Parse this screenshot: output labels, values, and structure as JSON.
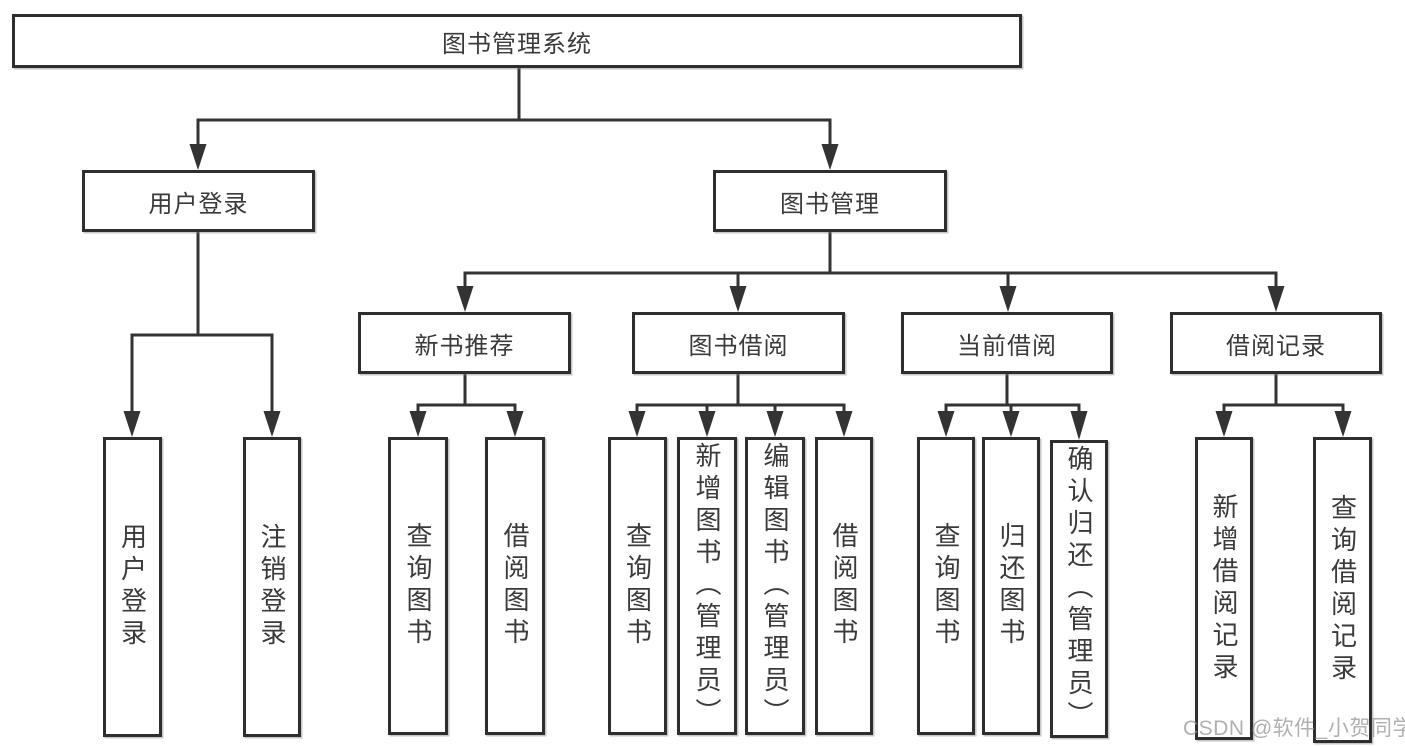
{
  "nodes": {
    "root": {
      "label": "图书管理系统"
    },
    "user_login": {
      "label": "用户登录"
    },
    "book_mgmt": {
      "label": "图书管理"
    },
    "new_book_rec": {
      "label": "新书推荐"
    },
    "book_borrow": {
      "label": "图书借阅"
    },
    "current_borrow": {
      "label": "当前借阅"
    },
    "borrow_records": {
      "label": "借阅记录"
    },
    "login": {
      "label": "用户登录"
    },
    "logout": {
      "label": "注销登录"
    },
    "query1": {
      "label": "查询图书"
    },
    "borrow1": {
      "label": "借阅图书"
    },
    "query2": {
      "label": "查询图书"
    },
    "add_book": {
      "label": "新增图书（管理员）"
    },
    "edit_book": {
      "label": "编辑图书（管理员）"
    },
    "borrow2": {
      "label": "借阅图书"
    },
    "query3": {
      "label": "查询图书"
    },
    "return_book": {
      "label": "归还图书"
    },
    "confirm_return": {
      "label": "确认归还（管理员）"
    },
    "add_record": {
      "label": "新增借阅记录"
    },
    "query_record": {
      "label": "查询借阅记录"
    }
  },
  "watermark": {
    "text": "CSDN @软件_小贺同学"
  },
  "colors": {
    "line": "#333333",
    "box_border": "#2e2e2e",
    "text": "#3a3a3a",
    "watermark": "#969696",
    "background": "#ffffff"
  }
}
